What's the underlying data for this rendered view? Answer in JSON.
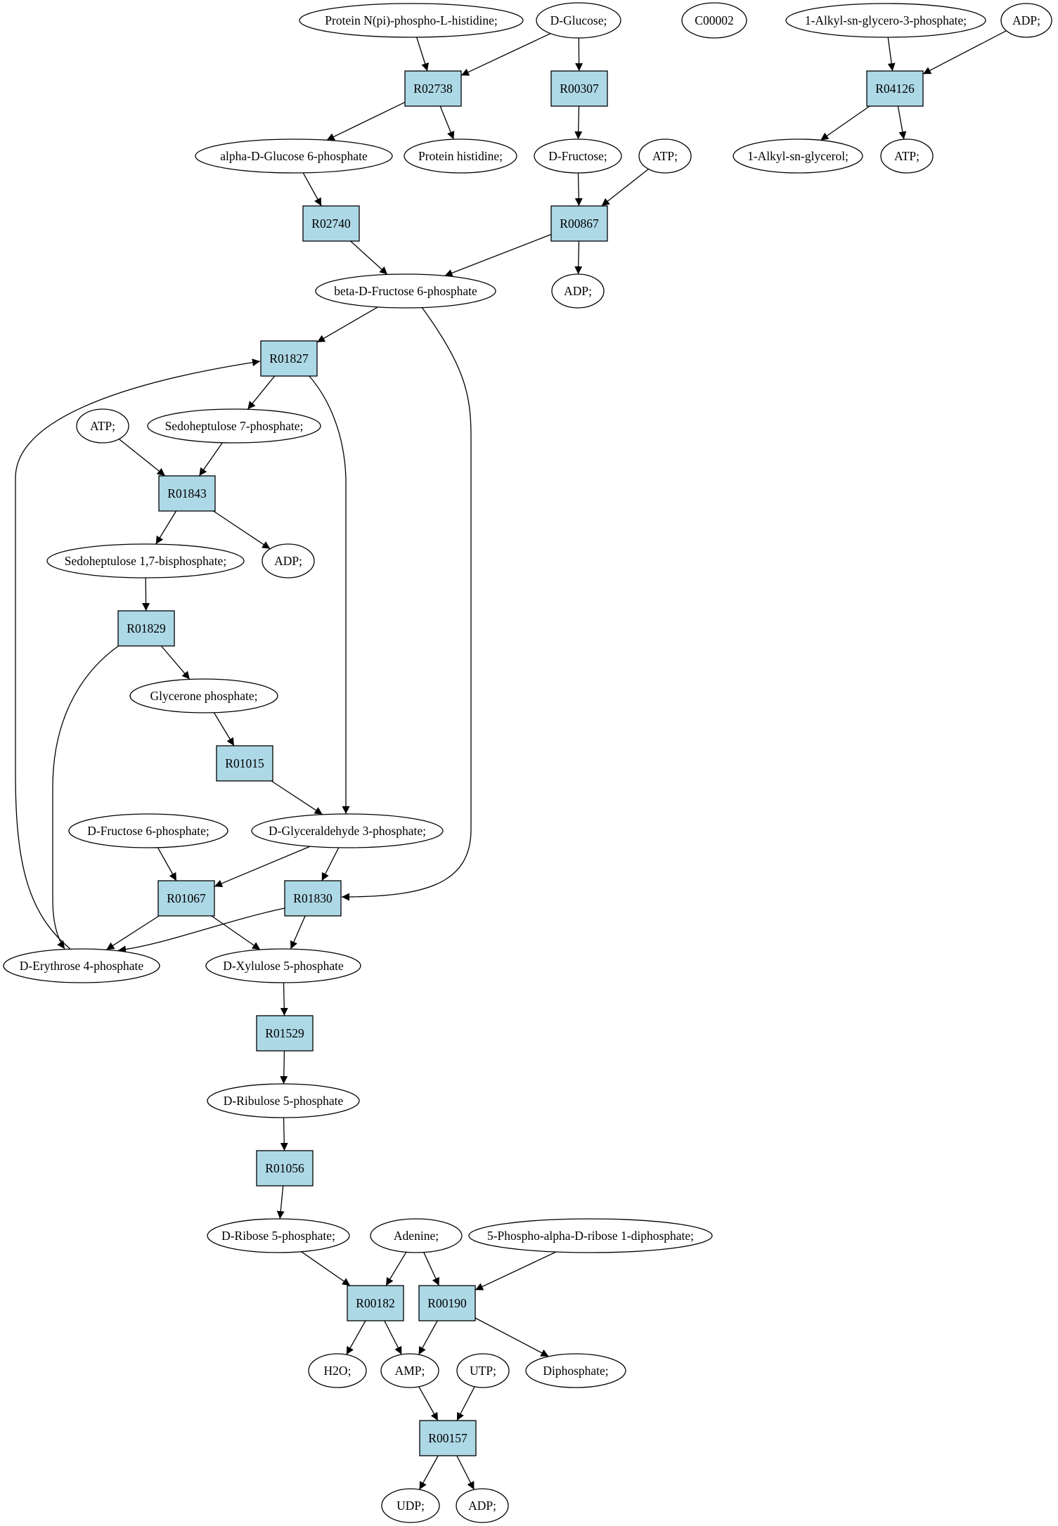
{
  "colors": {
    "reaction_fill": "#add8e6",
    "start_compound_fill": "#00ee00",
    "highlight_compound_fill": "#ffff00",
    "compound_fill": "#ffffff",
    "stroke": "#000000"
  },
  "nodes": [
    {
      "id": "c_prot_phos_his",
      "kind": "compound",
      "label": "Protein N(pi)-phospho-L-histidine;"
    },
    {
      "id": "c_dglucose",
      "kind": "compound",
      "label": "D-Glucose;",
      "highlight": "start"
    },
    {
      "id": "c_c00002",
      "kind": "compound",
      "label": "C00002",
      "highlight": "yellow"
    },
    {
      "id": "c_alkyl_g3p",
      "kind": "compound",
      "label": "1-Alkyl-sn-glycero-3-phosphate;"
    },
    {
      "id": "c_adp_top",
      "kind": "compound",
      "label": "ADP;"
    },
    {
      "id": "r_R02738",
      "kind": "reaction",
      "label": "R02738"
    },
    {
      "id": "r_R00307",
      "kind": "reaction",
      "label": "R00307"
    },
    {
      "id": "r_R04126",
      "kind": "reaction",
      "label": "R04126"
    },
    {
      "id": "c_ag6p",
      "kind": "compound",
      "label": "alpha-D-Glucose 6-phosphate"
    },
    {
      "id": "c_prot_his",
      "kind": "compound",
      "label": "Protein histidine;"
    },
    {
      "id": "c_dfructose",
      "kind": "compound",
      "label": "D-Fructose;"
    },
    {
      "id": "c_atp_r00867",
      "kind": "compound",
      "label": "ATP;"
    },
    {
      "id": "c_alkyl_glycerol",
      "kind": "compound",
      "label": "1-Alkyl-sn-glycerol;"
    },
    {
      "id": "c_atp_r04126",
      "kind": "compound",
      "label": "ATP;"
    },
    {
      "id": "r_R02740",
      "kind": "reaction",
      "label": "R02740"
    },
    {
      "id": "r_R00867",
      "kind": "reaction",
      "label": "R00867"
    },
    {
      "id": "c_bf6p",
      "kind": "compound",
      "label": "beta-D-Fructose 6-phosphate"
    },
    {
      "id": "c_adp_r00867",
      "kind": "compound",
      "label": "ADP;"
    },
    {
      "id": "r_R01827",
      "kind": "reaction",
      "label": "R01827"
    },
    {
      "id": "c_atp_r01843",
      "kind": "compound",
      "label": "ATP;"
    },
    {
      "id": "c_s7p",
      "kind": "compound",
      "label": "Sedoheptulose 7-phosphate;"
    },
    {
      "id": "r_R01843",
      "kind": "reaction",
      "label": "R01843"
    },
    {
      "id": "c_s17bp",
      "kind": "compound",
      "label": "Sedoheptulose 1,7-bisphosphate;"
    },
    {
      "id": "c_adp_r01843",
      "kind": "compound",
      "label": "ADP;"
    },
    {
      "id": "r_R01829",
      "kind": "reaction",
      "label": "R01829"
    },
    {
      "id": "c_glycerone_p",
      "kind": "compound",
      "label": "Glycerone phosphate;"
    },
    {
      "id": "r_R01015",
      "kind": "reaction",
      "label": "R01015"
    },
    {
      "id": "c_df6p",
      "kind": "compound",
      "label": "D-Fructose 6-phosphate;"
    },
    {
      "id": "c_g3p",
      "kind": "compound",
      "label": "D-Glyceraldehyde 3-phosphate;"
    },
    {
      "id": "r_R01067",
      "kind": "reaction",
      "label": "R01067"
    },
    {
      "id": "r_R01830",
      "kind": "reaction",
      "label": "R01830"
    },
    {
      "id": "c_e4p",
      "kind": "compound",
      "label": "D-Erythrose 4-phosphate"
    },
    {
      "id": "c_x5p",
      "kind": "compound",
      "label": "D-Xylulose 5-phosphate"
    },
    {
      "id": "r_R01529",
      "kind": "reaction",
      "label": "R01529"
    },
    {
      "id": "c_ru5p",
      "kind": "compound",
      "label": "D-Ribulose 5-phosphate"
    },
    {
      "id": "r_R01056",
      "kind": "reaction",
      "label": "R01056"
    },
    {
      "id": "c_r5p",
      "kind": "compound",
      "label": "D-Ribose 5-phosphate;"
    },
    {
      "id": "c_adenine",
      "kind": "compound",
      "label": "Adenine;"
    },
    {
      "id": "c_prpp",
      "kind": "compound",
      "label": "5-Phospho-alpha-D-ribose 1-diphosphate;"
    },
    {
      "id": "r_R00182",
      "kind": "reaction",
      "label": "R00182"
    },
    {
      "id": "r_R00190",
      "kind": "reaction",
      "label": "R00190"
    },
    {
      "id": "c_h2o",
      "kind": "compound",
      "label": "H2O;"
    },
    {
      "id": "c_amp",
      "kind": "compound",
      "label": "AMP;"
    },
    {
      "id": "c_utp",
      "kind": "compound",
      "label": "UTP;"
    },
    {
      "id": "c_diphosphate",
      "kind": "compound",
      "label": "Diphosphate;"
    },
    {
      "id": "r_R00157",
      "kind": "reaction",
      "label": "R00157"
    },
    {
      "id": "c_udp",
      "kind": "compound",
      "label": "UDP;"
    },
    {
      "id": "c_adp_r00157",
      "kind": "compound",
      "label": "ADP;"
    }
  ],
  "edges": [
    {
      "from": "c_prot_phos_his",
      "to": "r_R02738"
    },
    {
      "from": "c_dglucose",
      "to": "r_R02738"
    },
    {
      "from": "c_dglucose",
      "to": "r_R00307"
    },
    {
      "from": "c_alkyl_g3p",
      "to": "r_R04126"
    },
    {
      "from": "c_adp_top",
      "to": "r_R04126"
    },
    {
      "from": "r_R02738",
      "to": "c_ag6p"
    },
    {
      "from": "r_R02738",
      "to": "c_prot_his"
    },
    {
      "from": "r_R00307",
      "to": "c_dfructose"
    },
    {
      "from": "r_R04126",
      "to": "c_alkyl_glycerol"
    },
    {
      "from": "r_R04126",
      "to": "c_atp_r04126"
    },
    {
      "from": "c_ag6p",
      "to": "r_R02740"
    },
    {
      "from": "c_dfructose",
      "to": "r_R00867"
    },
    {
      "from": "c_atp_r00867",
      "to": "r_R00867"
    },
    {
      "from": "r_R02740",
      "to": "c_bf6p"
    },
    {
      "from": "r_R00867",
      "to": "c_bf6p"
    },
    {
      "from": "r_R00867",
      "to": "c_adp_r00867"
    },
    {
      "from": "c_bf6p",
      "to": "r_R01827"
    },
    {
      "from": "c_bf6p",
      "to": "r_R01830"
    },
    {
      "from": "r_R01827",
      "to": "c_s7p"
    },
    {
      "from": "r_R01827",
      "to": "c_g3p"
    },
    {
      "from": "c_atp_r01843",
      "to": "r_R01843"
    },
    {
      "from": "c_s7p",
      "to": "r_R01843"
    },
    {
      "from": "r_R01843",
      "to": "c_s17bp"
    },
    {
      "from": "r_R01843",
      "to": "c_adp_r01843"
    },
    {
      "from": "c_s17bp",
      "to": "r_R01829"
    },
    {
      "from": "r_R01829",
      "to": "c_glycerone_p"
    },
    {
      "from": "r_R01829",
      "to": "c_e4p"
    },
    {
      "from": "c_glycerone_p",
      "to": "r_R01015"
    },
    {
      "from": "r_R01015",
      "to": "c_g3p"
    },
    {
      "from": "c_df6p",
      "to": "r_R01067"
    },
    {
      "from": "c_g3p",
      "to": "r_R01067"
    },
    {
      "from": "c_g3p",
      "to": "r_R01830"
    },
    {
      "from": "r_R01067",
      "to": "c_e4p"
    },
    {
      "from": "r_R01067",
      "to": "c_x5p"
    },
    {
      "from": "r_R01830",
      "to": "c_e4p"
    },
    {
      "from": "r_R01830",
      "to": "c_x5p"
    },
    {
      "from": "c_e4p",
      "to": "r_R01827"
    },
    {
      "from": "c_x5p",
      "to": "r_R01529"
    },
    {
      "from": "r_R01529",
      "to": "c_ru5p"
    },
    {
      "from": "c_ru5p",
      "to": "r_R01056"
    },
    {
      "from": "r_R01056",
      "to": "c_r5p"
    },
    {
      "from": "c_r5p",
      "to": "r_R00182"
    },
    {
      "from": "c_adenine",
      "to": "r_R00182"
    },
    {
      "from": "c_adenine",
      "to": "r_R00190"
    },
    {
      "from": "c_prpp",
      "to": "r_R00190"
    },
    {
      "from": "r_R00182",
      "to": "c_h2o"
    },
    {
      "from": "r_R00182",
      "to": "c_amp"
    },
    {
      "from": "r_R00190",
      "to": "c_amp"
    },
    {
      "from": "r_R00190",
      "to": "c_diphosphate"
    },
    {
      "from": "c_amp",
      "to": "r_R00157"
    },
    {
      "from": "c_utp",
      "to": "r_R00157"
    },
    {
      "from": "r_R00157",
      "to": "c_udp"
    },
    {
      "from": "r_R00157",
      "to": "c_adp_r00157"
    }
  ]
}
